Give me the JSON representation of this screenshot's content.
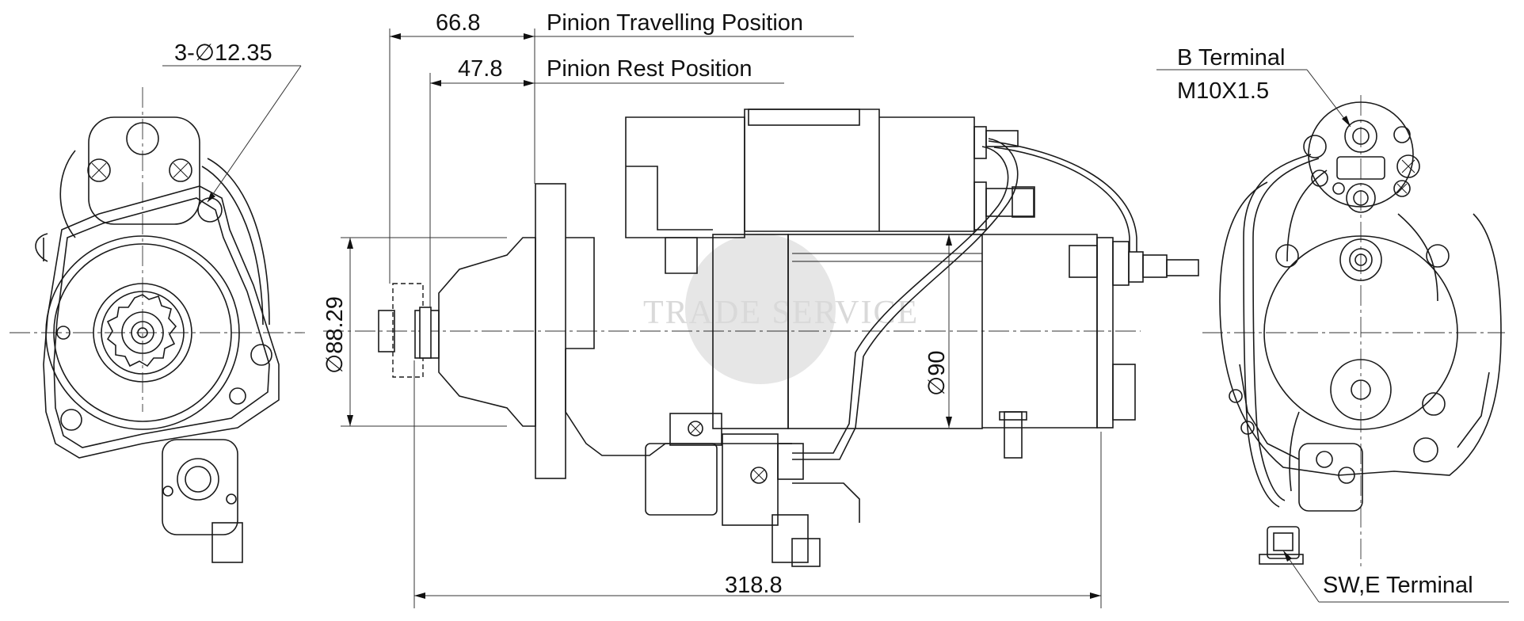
{
  "dimensions": {
    "pinion_travel": "66.8",
    "pinion_rest": "47.8",
    "mount_holes": "3-∅12.35",
    "pilot_diameter": "∅88.29",
    "body_diameter": "∅90",
    "overall_length": "318.8"
  },
  "callouts": {
    "pinion_travelling": "Pinion Travelling Position",
    "pinion_rest": "Pinion Rest Position",
    "b_terminal": "B Terminal",
    "b_terminal_thread": "M10X1.5",
    "sw_e_terminal": "SW,E Terminal"
  },
  "watermark": "TRADE SERVICE"
}
